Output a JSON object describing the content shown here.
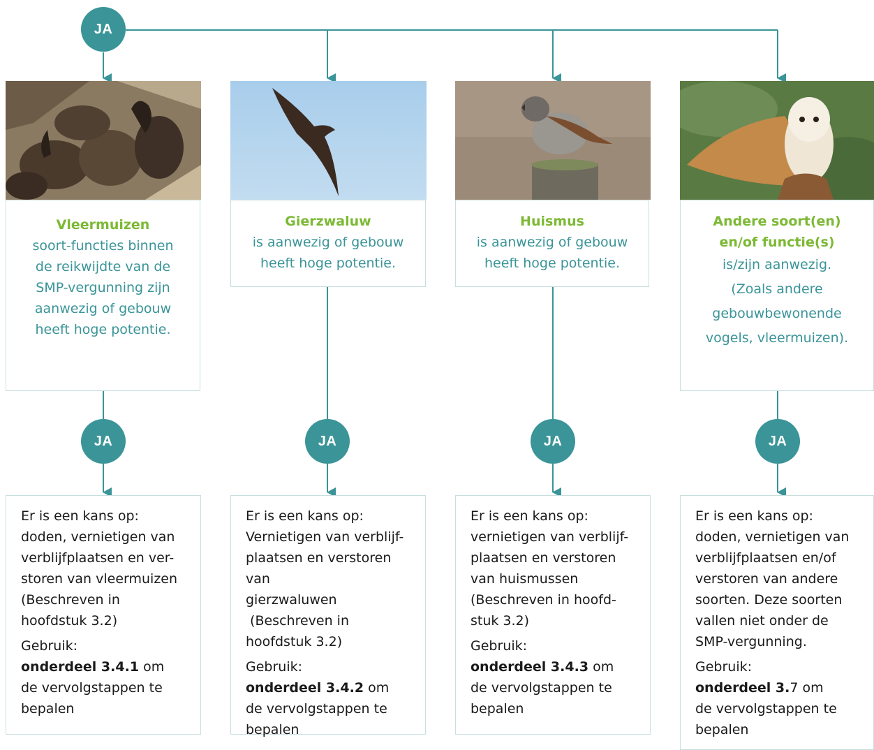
{
  "badge_label": "JA",
  "colors": {
    "teal": "#3a9498",
    "green": "#7cb934",
    "border": "#c9dede",
    "text": "#1a1a1a"
  },
  "columns": [
    {
      "photo": "bats-photo",
      "name": "Vleermuizen",
      "name_line2": "",
      "desc_lines": [
        "soort-functies binnen",
        "de reikwijdte van de",
        "SMP-vergunning zijn",
        "aanwezig of gebouw",
        "heeft hoge potentie."
      ],
      "risk_lines": [
        "Er is een kans op:",
        "doden, vernietigen van",
        "verblijfplaatsen en ver-",
        "storen van vleermuizen",
        "(Beschreven in",
        "hoofdstuk 3.2)"
      ],
      "use_label": "Gebruik:",
      "use_bold": "onderdeel  3.4.1",
      "use_rest": " om",
      "use_lines": [
        "de vervolgstappen te",
        "bepalen"
      ]
    },
    {
      "photo": "swift-photo",
      "name": "Gierzwaluw",
      "name_line2": "",
      "desc_lines": [
        "is aanwezig of gebouw",
        "heeft hoge potentie."
      ],
      "risk_lines": [
        "Er is een kans op:",
        "Vernietigen van verblijf-",
        "plaatsen en verstoren van",
        "gierzwaluwen",
        " (Beschreven in",
        "hoofdstuk 3.2)"
      ],
      "use_label": "Gebruik:",
      "use_bold": "onderdeel 3.4.2",
      "use_rest": " om",
      "use_lines": [
        "de vervolgstappen te",
        "bepalen"
      ]
    },
    {
      "photo": "sparrow-photo",
      "name": "Huismus",
      "name_line2": "",
      "desc_lines": [
        "is aanwezig of gebouw",
        "heeft hoge potentie."
      ],
      "risk_lines": [
        "Er is een kans op:",
        "vernietigen van verblijf-",
        "plaatsen en verstoren",
        "van huismussen",
        "(Beschreven in hoofd-",
        "stuk 3.2)"
      ],
      "use_label": "Gebruik:",
      "use_bold": "onderdeel 3.4.3",
      "use_rest": " om",
      "use_lines": [
        "de vervolgstappen te",
        "bepalen"
      ]
    },
    {
      "photo": "owl-photo",
      "name": "Andere soort(en)",
      "name_line2": "en/of functie(s)",
      "desc_lines": [
        "is/zijn aanwezig.",
        "(Zoals andere",
        "gebouwbewonende",
        "vogels, vleermuizen)."
      ],
      "risk_lines": [
        "Er is een kans op:",
        "doden, vernietigen van",
        "verblijfplaatsen en/of",
        "verstoren van andere",
        "soorten. Deze soorten",
        "vallen niet onder de",
        "SMP-vergunning."
      ],
      "use_label": "Gebruik:",
      "use_bold": "onderdeel 3.",
      "use_rest": "7 om",
      "use_lines": [
        "de vervolgstappen te",
        "bepalen"
      ]
    }
  ]
}
